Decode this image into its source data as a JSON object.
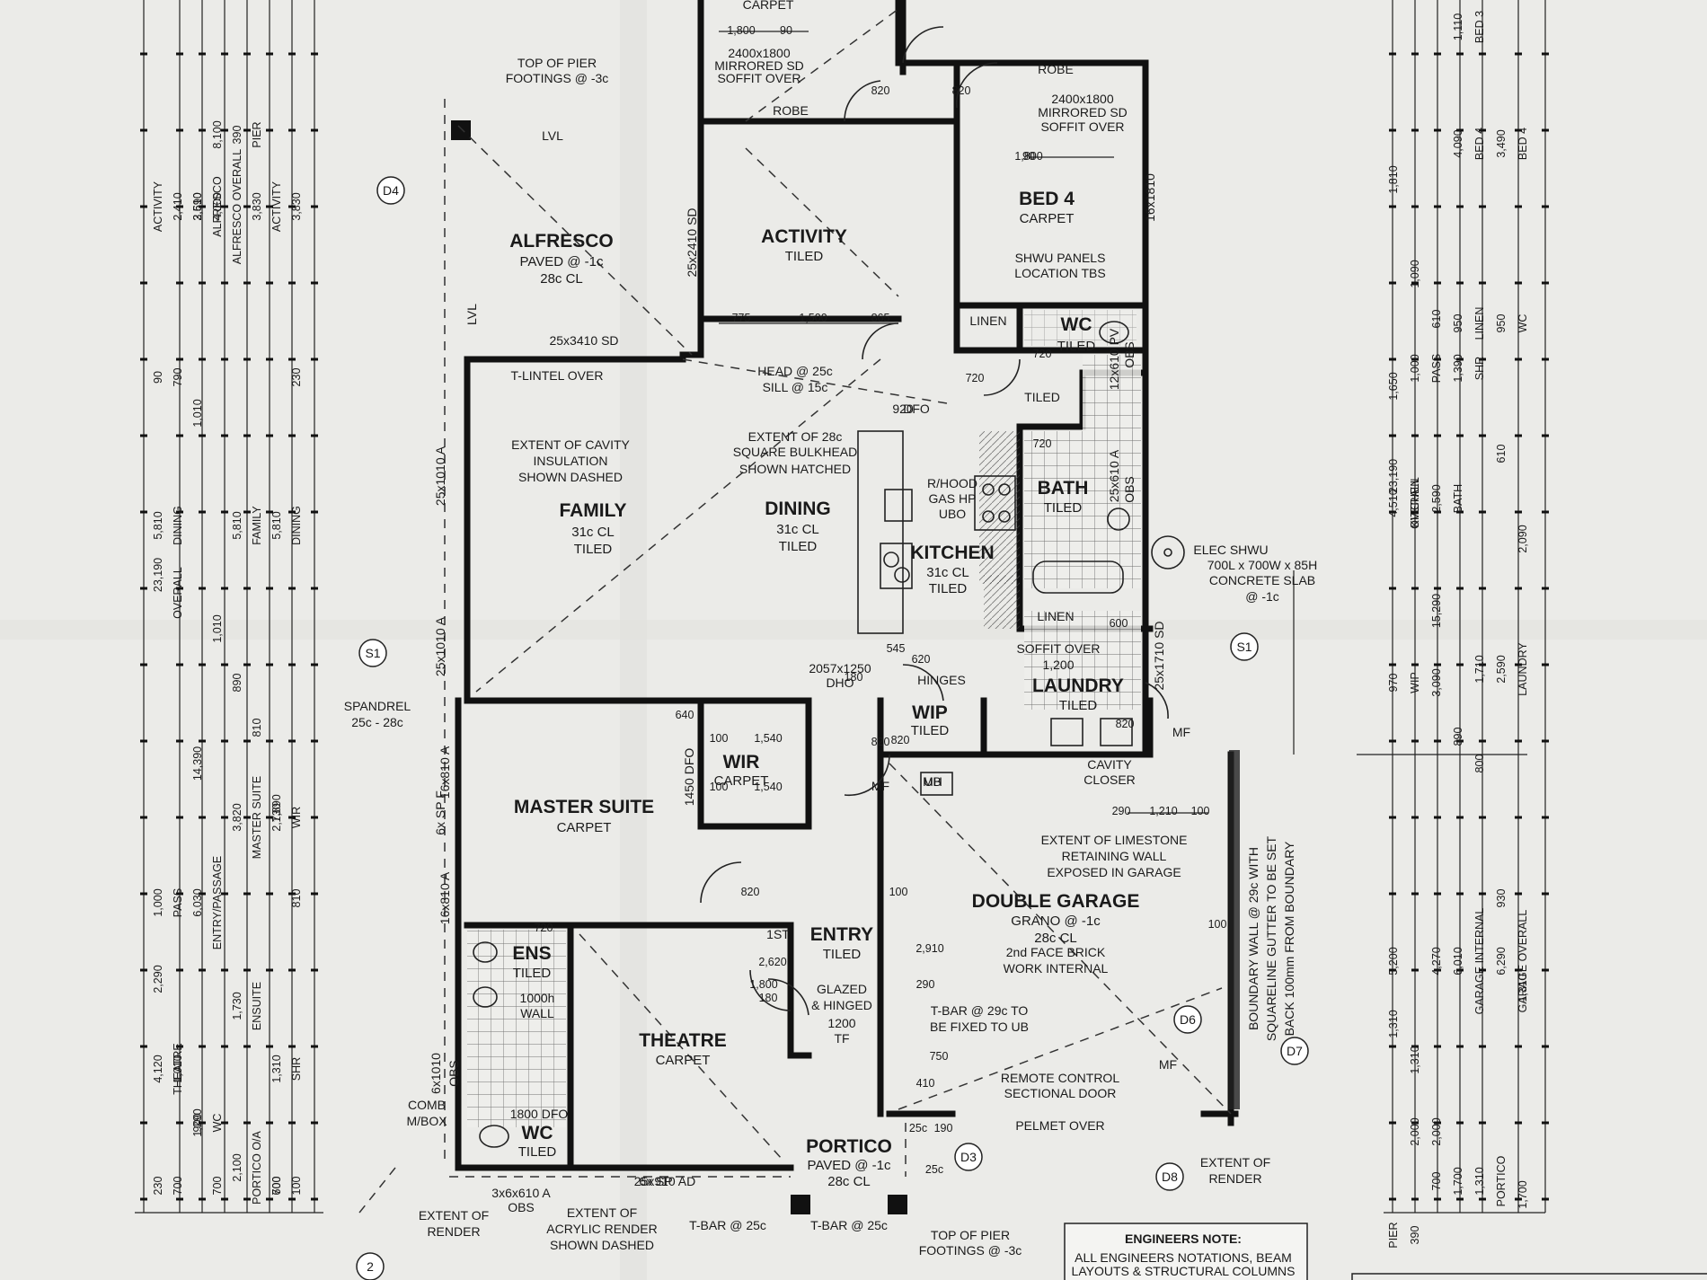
{
  "rooms": [
    {
      "id": "alfresco",
      "name": "ALFRESCO",
      "sub": "PAVED @ -1c",
      "sub2": "28c CL"
    },
    {
      "id": "activity",
      "name": "ACTIVITY",
      "sub": "TILED"
    },
    {
      "id": "bed4",
      "name": "BED 4",
      "sub": "CARPET"
    },
    {
      "id": "family",
      "name": "FAMILY",
      "sub": "31c CL",
      "sub2": "TILED"
    },
    {
      "id": "dining",
      "name": "DINING",
      "sub": "31c CL",
      "sub2": "TILED"
    },
    {
      "id": "kitchen",
      "name": "KITCHEN",
      "sub": "31c CL",
      "sub2": "TILED"
    },
    {
      "id": "bath",
      "name": "BATH",
      "sub": "TILED"
    },
    {
      "id": "laundry",
      "name": "LAUNDRY",
      "sub": "TILED"
    },
    {
      "id": "wc",
      "name": "WC",
      "sub": "TILED"
    },
    {
      "id": "wip",
      "name": "WIP",
      "sub": "TILED"
    },
    {
      "id": "wir",
      "name": "WIR",
      "sub": "CARPET"
    },
    {
      "id": "master",
      "name": "MASTER SUITE",
      "sub": "CARPET"
    },
    {
      "id": "ens",
      "name": "ENS",
      "sub": "TILED"
    },
    {
      "id": "entry",
      "name": "ENTRY",
      "sub": "TILED"
    },
    {
      "id": "theatre",
      "name": "THEATRE",
      "sub": "CARPET"
    },
    {
      "id": "garage",
      "name": "DOUBLE GARAGE",
      "sub": "GRANO @ -1c",
      "sub2": "28c CL"
    },
    {
      "id": "portico",
      "name": "PORTICO",
      "sub": "PAVED @ -1c",
      "sub2": "28c CL"
    },
    {
      "id": "wc2",
      "name": "WC",
      "sub": "TILED"
    }
  ],
  "notes": [
    "TOP OF PIER",
    "FOOTINGS @ -3c",
    "2400x1800",
    "MIRRORED SD",
    "SOFFIT OVER",
    "ROBE",
    "ROBE",
    "CARPET",
    "2400x1800",
    "MIRRORED SD",
    "SOFFIT OVER",
    "SHWU PANELS",
    "LOCATION TBS",
    "LVL",
    "LVL",
    "25x2410 SD",
    "25x3410 SD",
    "T-LINTEL OVER",
    "HEAD @ 25c",
    "SILL @ 15c",
    "EXTENT OF 28c",
    "SQUARE BULKHEAD",
    "SHOWN HATCHED",
    "EXTENT OF CAVITY",
    "INSULATION",
    "SHOWN DASHED",
    "R/HOOD",
    "GAS HP",
    "UBO",
    "LINEN",
    "LINEN",
    "TILED",
    "ELEC SHWU",
    "700L x 700W x 85H",
    "CONCRETE SLAB",
    "@ -1c",
    "SOFFIT OVER",
    "1,200",
    "2057x1250",
    "DHO",
    "HINGES",
    "CAVITY",
    "CLOSER",
    "EXTENT OF LIMESTONE",
    "RETAINING WALL",
    "EXPOSED IN GARAGE",
    "2nd FACE BRICK",
    "WORK INTERNAL",
    "T-BAR @ 29c TO",
    "BE FIXED TO UB",
    "REMOTE CONTROL",
    "SECTIONAL DOOR",
    "PELMET OVER",
    "BOUNDARY WALL @ 29c WITH",
    "SQUARELINE GUTTER TO BE SET",
    "BACK 100mm FROM BOUNDARY",
    "EXTENT OF",
    "RENDER",
    "EXTENT OF",
    "RENDER",
    "EXTENT OF",
    "ACRYLIC RENDER",
    "SHOWN DASHED",
    "T-BAR @ 25c",
    "T-BAR @ 25c",
    "TOP OF PIER",
    "FOOTINGS @ -3c",
    "SPANDREL",
    "25c - 28c",
    "GLAZED",
    "& HINGED",
    "1200",
    "TF",
    "1000h",
    "WALL",
    "COMB",
    "M/BOX",
    "3x6x610 A",
    "OBS",
    "6x SP",
    "25x910 AD",
    "1450 DFO",
    "1800 DFO",
    "920",
    "DFO",
    "6x SP F",
    "6x1010",
    "OBS",
    "25x1010 A",
    "25x1010 A",
    "16x810 A",
    "16x810 A",
    "16x1810",
    "12x610 PV",
    "OBS",
    "25x610 A",
    "OBS",
    "25x1710 SD",
    "MF",
    "MF",
    "MF",
    "UB",
    "MH",
    "1ST",
    "ENGINEERS NOTE:",
    "ALL ENGINEERS NOTATIONS, BEAM",
    "LAYOUTS & STRUCTURAL COLUMNS"
  ],
  "markers": [
    "D4",
    "S1",
    "S1",
    "D3",
    "D6",
    "D7",
    "D8",
    "2"
  ],
  "dims_left": [
    "23,190",
    "OVERALL",
    "14,390",
    "8,100",
    "5,810",
    "FAMILY",
    "5,810",
    "DINING",
    "5,810",
    "DINING",
    "2,590",
    "4,000",
    "ALFRESCO OVERALL",
    "3,830",
    "ACTIVITY",
    "3,830",
    "ACTIVITY",
    "2,410",
    "3,610",
    "ALFRESCO",
    "390",
    "PIER",
    "700",
    "230",
    "90",
    "790",
    "1,010",
    "1,010",
    "890",
    "810",
    "1,890",
    "810",
    "2,290",
    "1,010",
    "1,290",
    "700",
    "3,820",
    "MASTER SUITE",
    "2,730",
    "WIR",
    "1,000",
    "PASS",
    "6,030",
    "ENTRY/PASSAGE",
    "1,730",
    "ENSUITE",
    "1,310",
    "SHR",
    "4,120",
    "THEATRE",
    "900",
    "WC",
    "2,100",
    "PORTICO O/A",
    "600",
    "100",
    "230",
    "700"
  ],
  "dims_right": [
    "23,190",
    "OVERALL",
    "15,290",
    "4,090",
    "BED 4",
    "3,490",
    "BED 4",
    "1,810",
    "1,090",
    "610",
    "950",
    "LINEN",
    "950",
    "WC",
    "1,650",
    "1,000",
    "PASS",
    "1,390",
    "SHR",
    "610",
    "2,090",
    "4,510",
    "KITCHEN",
    "2,590",
    "BATH",
    "1,710",
    "2,590",
    "LAUNDRY",
    "970",
    "WIP",
    "3,090",
    "890",
    "800",
    "930",
    "1,310",
    "1,310",
    "1,310",
    "4,270",
    "6,010",
    "GARAGE INTERNAL",
    "6,290",
    "GARAGE OVERALL",
    "5,200",
    "2,000",
    "2,000",
    "1,700",
    "1,310",
    "PORTICO",
    "1,700",
    "PIER",
    "390",
    "700",
    "1,110",
    "BED 3"
  ],
  "dims_internal": [
    "1,800",
    "90",
    "775",
    "1,500",
    "865",
    "1,800",
    "90",
    "720",
    "720",
    "720",
    "820",
    "820",
    "820",
    "820",
    "820",
    "820",
    "600",
    "545",
    "180",
    "620",
    "640",
    "1,540",
    "1,540",
    "100",
    "100",
    "720",
    "2,620",
    "1,800",
    "180",
    "290",
    "1,210",
    "100",
    "100",
    "100",
    "2,910",
    "290",
    "750",
    "410",
    "190",
    "25c",
    "25c"
  ]
}
